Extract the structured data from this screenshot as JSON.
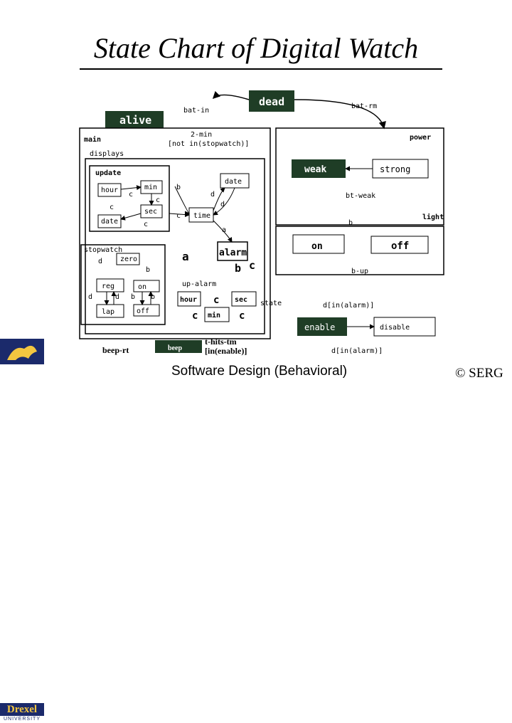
{
  "title": "State Chart of Digital Watch",
  "footer": "Software Design (Behavioral)",
  "copyright": "© SERG",
  "logo": {
    "name": "Drexel",
    "subtitle": "UNIVERSITY"
  },
  "colors": {
    "state_fill": "#1f3d26",
    "state_text": "#ffffff",
    "line": "#000000"
  },
  "states": {
    "dead": "dead",
    "alive": "alive",
    "main": "main",
    "displays": "displays",
    "update": "update",
    "hour": "hour",
    "min": "min",
    "sec": "sec",
    "date": "date",
    "date2": "date",
    "time": "time",
    "stopwatch": "stopwatch",
    "zero": "zero",
    "reg": "reg",
    "lap": "lap",
    "sw_on": "on",
    "sw_off": "off",
    "alarm": "alarm",
    "al_hour": "hour",
    "al_min": "min",
    "al_sec": "sec",
    "power": "power",
    "weak": "weak",
    "strong": "strong",
    "light": "light",
    "on": "on",
    "off": "off",
    "enable": "enable",
    "disable": "disable"
  },
  "transitions": {
    "bat_in": "bat-in",
    "bat_rm": "bat-rm",
    "two_min": "2-min",
    "not_in_sw": "[not in(stopwatch)]",
    "bt_weak": "bt-weak",
    "b_light": "b",
    "b_up": "b-up",
    "d_in_alarm_1": "d[in(alarm)]",
    "d_in_alarm_2": "d[in(alarm)]",
    "c1": "c",
    "c2": "c",
    "c3": "c",
    "c4": "c",
    "c5": "c",
    "b1": "b",
    "d1": "d",
    "d2": "d",
    "a1": "a",
    "a_big": "a",
    "b_big": "b",
    "c_big": "c",
    "sw_d": "d",
    "sw_b": "b",
    "d3": "d",
    "d4": "d",
    "b3": "b",
    "b4": "b",
    "up_alarm": "up-alarm",
    "al_c1": "c",
    "al_c2": "c",
    "al_c3": "c",
    "state": "state",
    "t_hits": "t-hits-tm",
    "in_enable": "[in(enable)]",
    "beep_rt": "beep-rt",
    "beep": "beep"
  }
}
